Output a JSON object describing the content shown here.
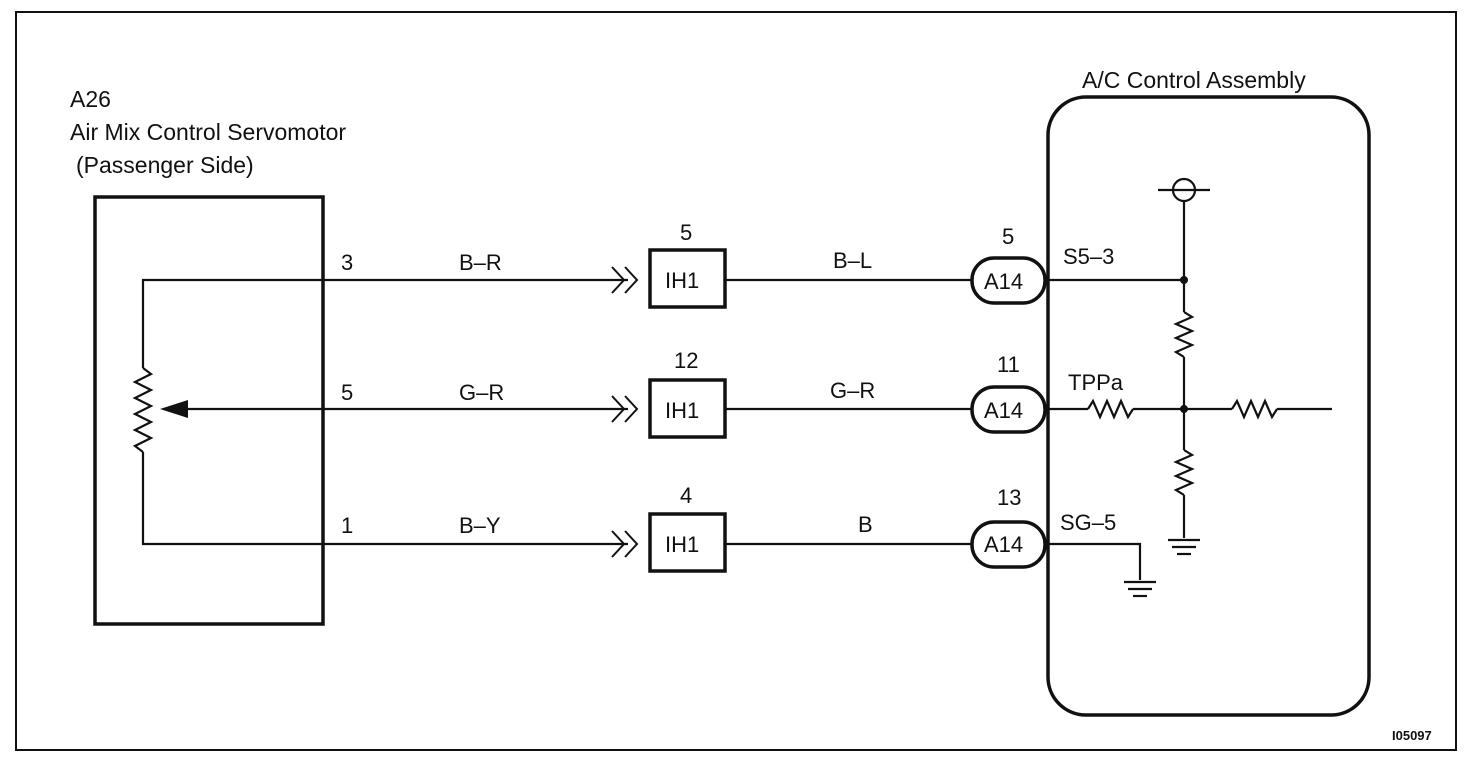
{
  "servomotor": {
    "code": "A26",
    "name": "Air Mix Control Servomotor",
    "side": "(Passenger Side)",
    "pins": [
      "3",
      "5",
      "1"
    ]
  },
  "ac_control": {
    "title": "A/C Control Assembly",
    "terminals": [
      "S5–3",
      "TPPa",
      "SG–5"
    ]
  },
  "wires": [
    {
      "left_color": "B–R",
      "junction_pin": "5",
      "junction": "IH1",
      "right_color": "B–L",
      "connector_pin": "5",
      "connector": "A14"
    },
    {
      "left_color": "G–R",
      "junction_pin": "12",
      "junction": "IH1",
      "right_color": "G–R",
      "connector_pin": "11",
      "connector": "A14"
    },
    {
      "left_color": "B–Y",
      "junction_pin": "4",
      "junction": "IH1",
      "right_color": "B",
      "connector_pin": "13",
      "connector": "A14"
    }
  ],
  "figure_id": "I05097"
}
